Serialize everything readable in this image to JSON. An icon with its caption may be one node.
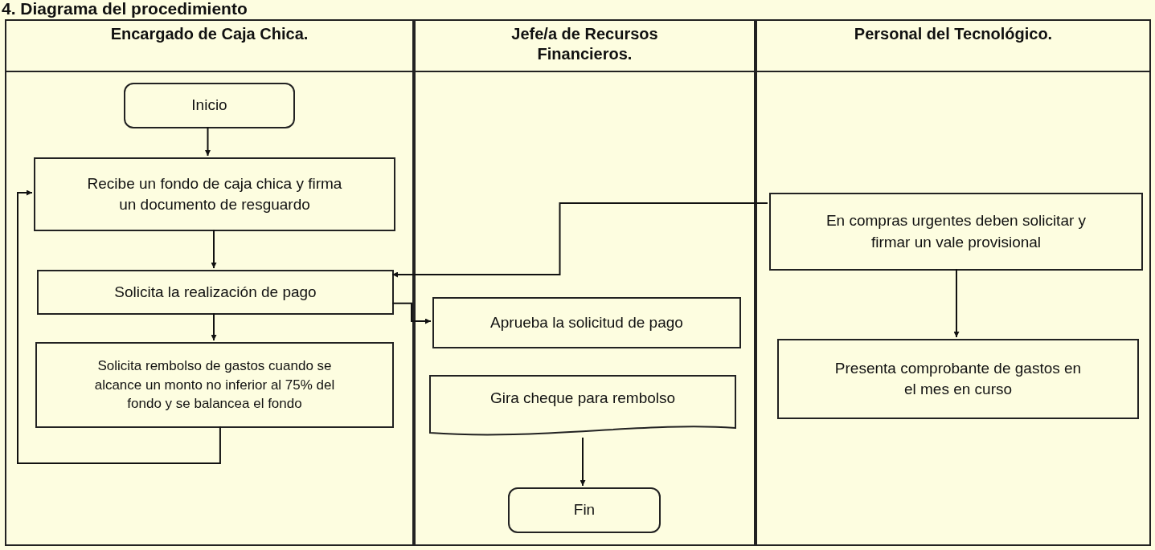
{
  "diagram": {
    "title": "4. Diagrama del procedimiento",
    "nodes": [
      {
        "text": [
          "Encargado de Caja Chica."
        ]
      },
      {
        "text": [
          "Inicio"
        ],
        "in": 0
      },
      {
        "text": [
          "Recibe un fondo de caja chica y firma un documento de resguardo"
        ],
        "in": 0
      },
      {
        "text": [
          "Solicita la realización de pago"
        ],
        "in": 0
      },
      {
        "text": [
          "Solicita rembolso de gastos cuando se alcance un monto no inferior al 75% del fondo y se balancea el fondo"
        ],
        "in": 0
      },
      {
        "text": [
          "Jefe/a de Recursos Financieros."
        ]
      },
      {
        "text": [
          "Aprueba la solicitud de pago"
        ],
        "in": 5
      },
      {
        "text": [
          "Gira cheque para rembolso"
        ],
        "in": 5
      },
      {
        "text": [
          "Fin"
        ],
        "in": 5
      },
      {
        "text": [
          "Personal del Tecnológico."
        ]
      },
      {
        "text": [
          "En compras urgentes deben solicitar y firmar un vale provisional"
        ],
        "in": 9
      },
      {
        "text": [
          "Presenta comprobante de gastos en el mes en curso"
        ],
        "in": 9
      }
    ],
    "edges": [
      {
        "from": 1,
        "to": 2,
        "arrow": "to"
      },
      {
        "from": 2,
        "to": 3,
        "arrow": "to"
      },
      {
        "from": 3,
        "to": 4,
        "arrow": "to"
      },
      {
        "from": 4,
        "to": 2,
        "arrow": "to"
      },
      {
        "from": 3,
        "to": 6,
        "arrow": "to"
      },
      {
        "from": 10,
        "to": 3,
        "arrow": "to"
      },
      {
        "from": 10,
        "to": 11,
        "arrow": "to"
      },
      {
        "from": 7,
        "to": 8,
        "arrow": "to"
      }
    ]
  }
}
